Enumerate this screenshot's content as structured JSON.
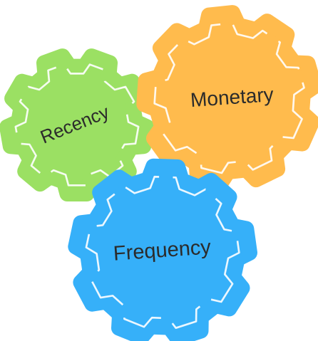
{
  "gears": [
    {
      "id": "recency",
      "label": "Recency",
      "color": "#9BE063"
    },
    {
      "id": "monetary",
      "label": "Monetary",
      "color": "#FFBB4D"
    },
    {
      "id": "frequency",
      "label": "Frequency",
      "color": "#36B0F9"
    }
  ]
}
